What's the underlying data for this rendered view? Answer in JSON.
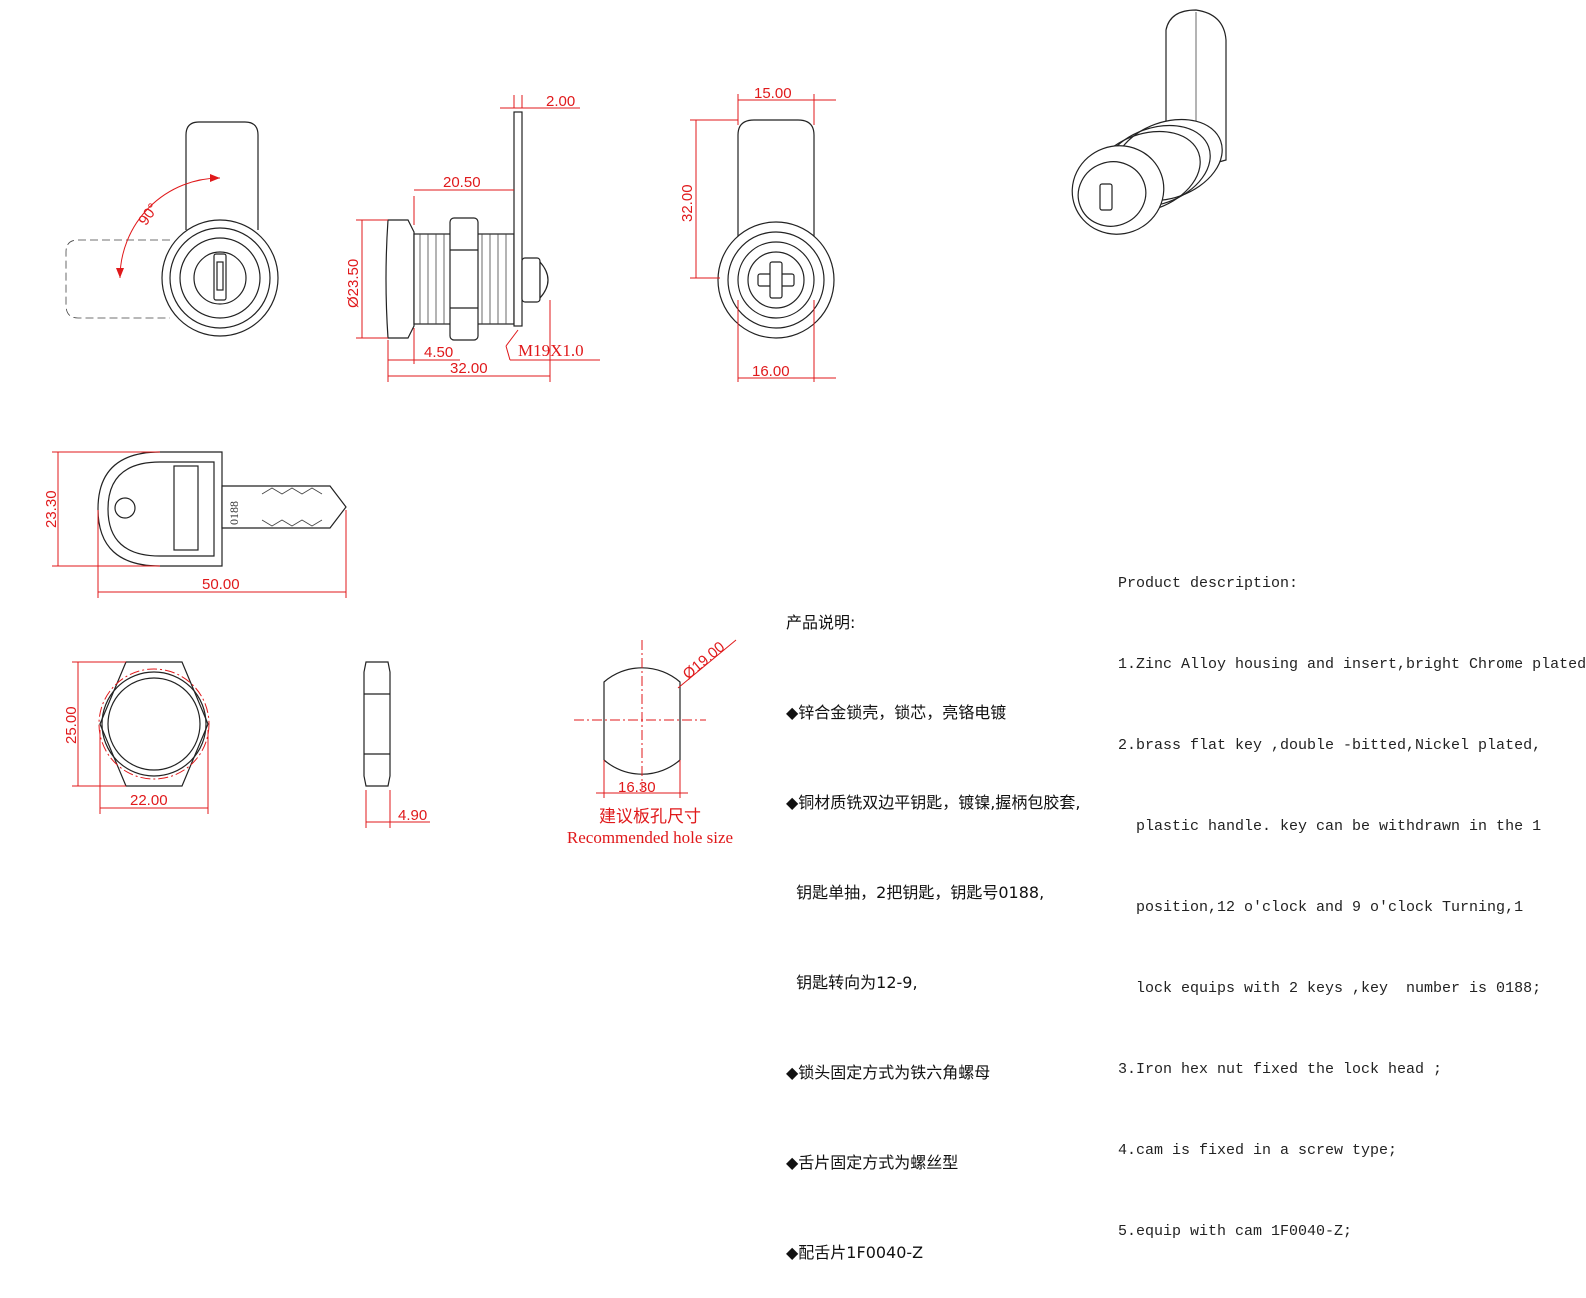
{
  "dimensions": {
    "rotation": "90°",
    "cam_thickness": "2.00",
    "cam_length": "20.50",
    "head_diameter": "Ø23.50",
    "thread": "M19X1.0",
    "head_depth": "4.50",
    "body_length": "32.00",
    "cam_width": "15.00",
    "cam_height": "32.00",
    "body_width": "16.00",
    "key_height": "23.30",
    "key_length": "50.00",
    "key_number": "0188",
    "nut_height": "25.00",
    "nut_width": "22.00",
    "nut_thickness": "4.90",
    "hole_diameter": "Ø19.00",
    "hole_flat": "16.30"
  },
  "hole_caption": {
    "cn": "建议板孔尺寸",
    "en": "Recommended hole size"
  },
  "description_cn": {
    "title": "产品说明:",
    "items": [
      "◆锌合金锁壳，锁芯，亮铬电镀",
      "◆铜材质铣双边平钥匙，镀镍,握柄包胶套,",
      "  钥匙单抽，2把钥匙，钥匙号0188,",
      "  钥匙转向为12-9,",
      "◆锁头固定方式为铁六角螺母",
      "◆舌片固定方式为螺丝型",
      "◆配舌片1F0040-Z"
    ]
  },
  "description_en": {
    "title": "Product description:",
    "items": [
      "1.Zinc Alloy housing and insert,bright Chrome plated",
      "2.brass flat key ,double -bitted,Nickel plated,",
      "  plastic handle. key can be withdrawn in the 1",
      "  position,12 o'clock and 9 o'clock Turning,1",
      "  lock equips with 2 keys ,key  number is 0188;",
      "3.Iron hex nut fixed the lock head ;",
      "4.cam is fixed in a screw type;",
      "5.equip with cam 1F0040-Z;"
    ]
  },
  "colors": {
    "dimension": "#e0191b",
    "outline": "#222222"
  }
}
